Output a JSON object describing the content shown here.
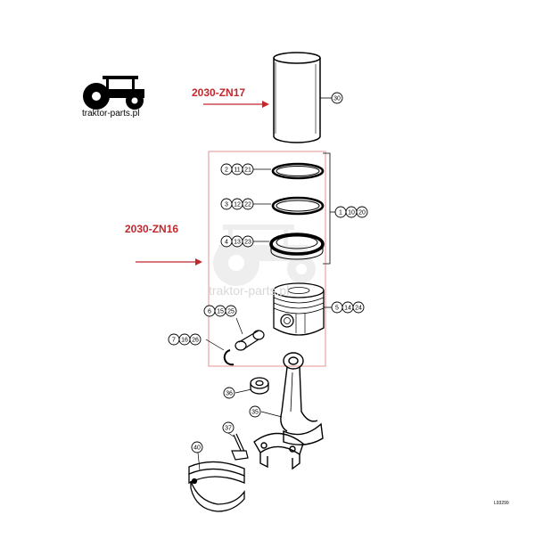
{
  "logo": {
    "text": "traktor-parts.pl"
  },
  "watermark": {
    "text": "traktor-parts.pl"
  },
  "labels": {
    "upper_kit": "2030-ZN17",
    "lower_kit": "2030-ZN16"
  },
  "drawing_code": "L93299",
  "colors": {
    "accent_red": "#c0282d",
    "frame_pink": "#e8a5a5",
    "line": "#000000"
  },
  "callouts": {
    "liner": [
      "30"
    ],
    "ring_top": [
      "2",
      "11",
      "21"
    ],
    "ring_mid": [
      "3",
      "12",
      "22"
    ],
    "ring_bottom": [
      "4",
      "13",
      "23"
    ],
    "ring_set": [
      "1",
      "10",
      "20"
    ],
    "piston": [
      "5",
      "14",
      "24"
    ],
    "pin": [
      "6",
      "15",
      "25"
    ],
    "circlip": [
      "7",
      "16",
      "26"
    ],
    "small_end_bush": [
      "36"
    ],
    "connecting_rod": [
      "35"
    ],
    "rod_bolt": [
      "37"
    ],
    "bearing_shells": [
      "40"
    ]
  }
}
